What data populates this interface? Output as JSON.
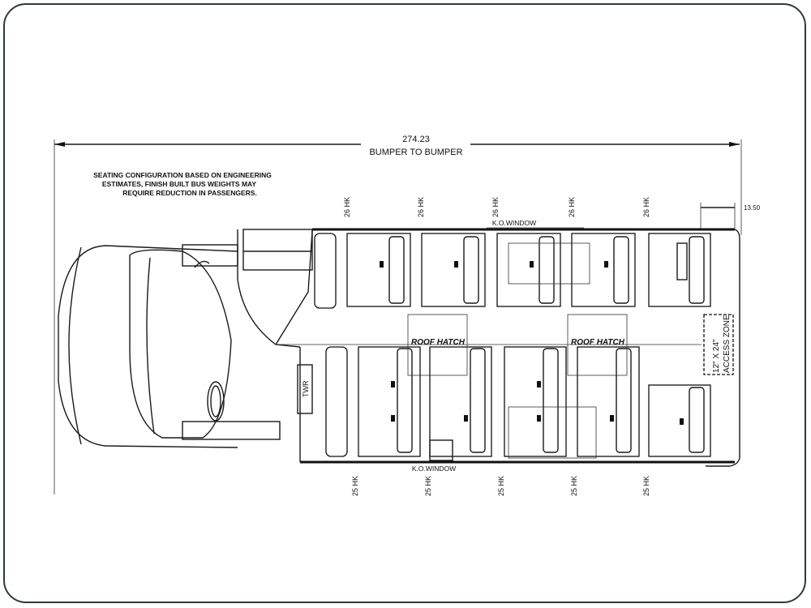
{
  "dimension": {
    "value": "274.23",
    "label": "BUMPER TO BUMPER"
  },
  "rear_dimension": "13.50",
  "note": [
    "SEATING CONFIGURATION BASED ON ENGINEERING",
    "ESTIMATES, FINISH BUILT BUS WEIGHTS MAY",
    "REQUIRE REDUCTION IN PASSENGERS."
  ],
  "top_seat_labels": [
    "26 HK",
    "26 HK",
    "26 HK",
    "26 HK",
    "26 HK"
  ],
  "bottom_seat_labels": [
    "25 HK",
    "25 HK",
    "25 HK",
    "25 HK",
    "25 HK"
  ],
  "ko_window_top": "K.O.WINDOW",
  "ko_window_bottom": "K.O.WINDOW",
  "roof_hatches": [
    "ROOF HATCH",
    "ROOF HATCH"
  ],
  "twr": "TWR",
  "access_zone": [
    "12\" X 24\"",
    "ACCESS ZONE"
  ]
}
